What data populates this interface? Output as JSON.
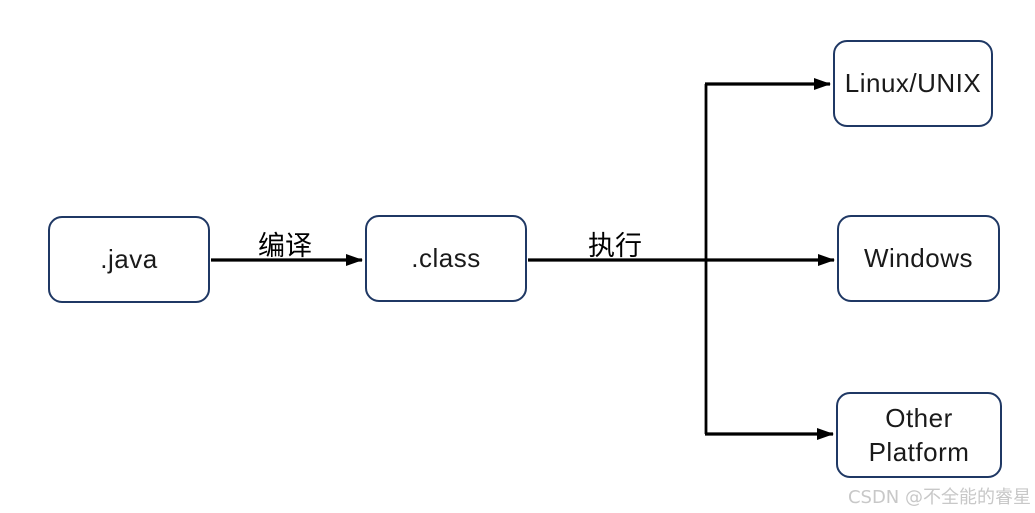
{
  "diagram": {
    "title_implied": "Java cross-platform compile and execute flow",
    "nodes": [
      {
        "id": "java",
        "label": ".java"
      },
      {
        "id": "class",
        "label": ".class"
      },
      {
        "id": "linux-unix",
        "label": "Linux/UNIX"
      },
      {
        "id": "windows",
        "label": "Windows"
      },
      {
        "id": "other-platform",
        "label": "Other Platform",
        "lines": [
          "Other",
          "Platform"
        ]
      }
    ],
    "edges": [
      {
        "from": ".java",
        "to": ".class",
        "label": "编译"
      },
      {
        "from": ".class",
        "to": "Windows",
        "label": "执行"
      },
      {
        "from": ".class",
        "to": "Linux/UNIX",
        "label": ""
      },
      {
        "from": ".class",
        "to": "Other Platform",
        "label": ""
      }
    ],
    "colors": {
      "node_border": "#1f3864",
      "node_text": "#1a1a1a",
      "edge_line": "#000000",
      "edge_label_text": "#000000",
      "background": "#ffffff",
      "watermark_text": "#c8c8c8"
    }
  },
  "watermark": {
    "text": "CSDN @不全能的睿星"
  }
}
